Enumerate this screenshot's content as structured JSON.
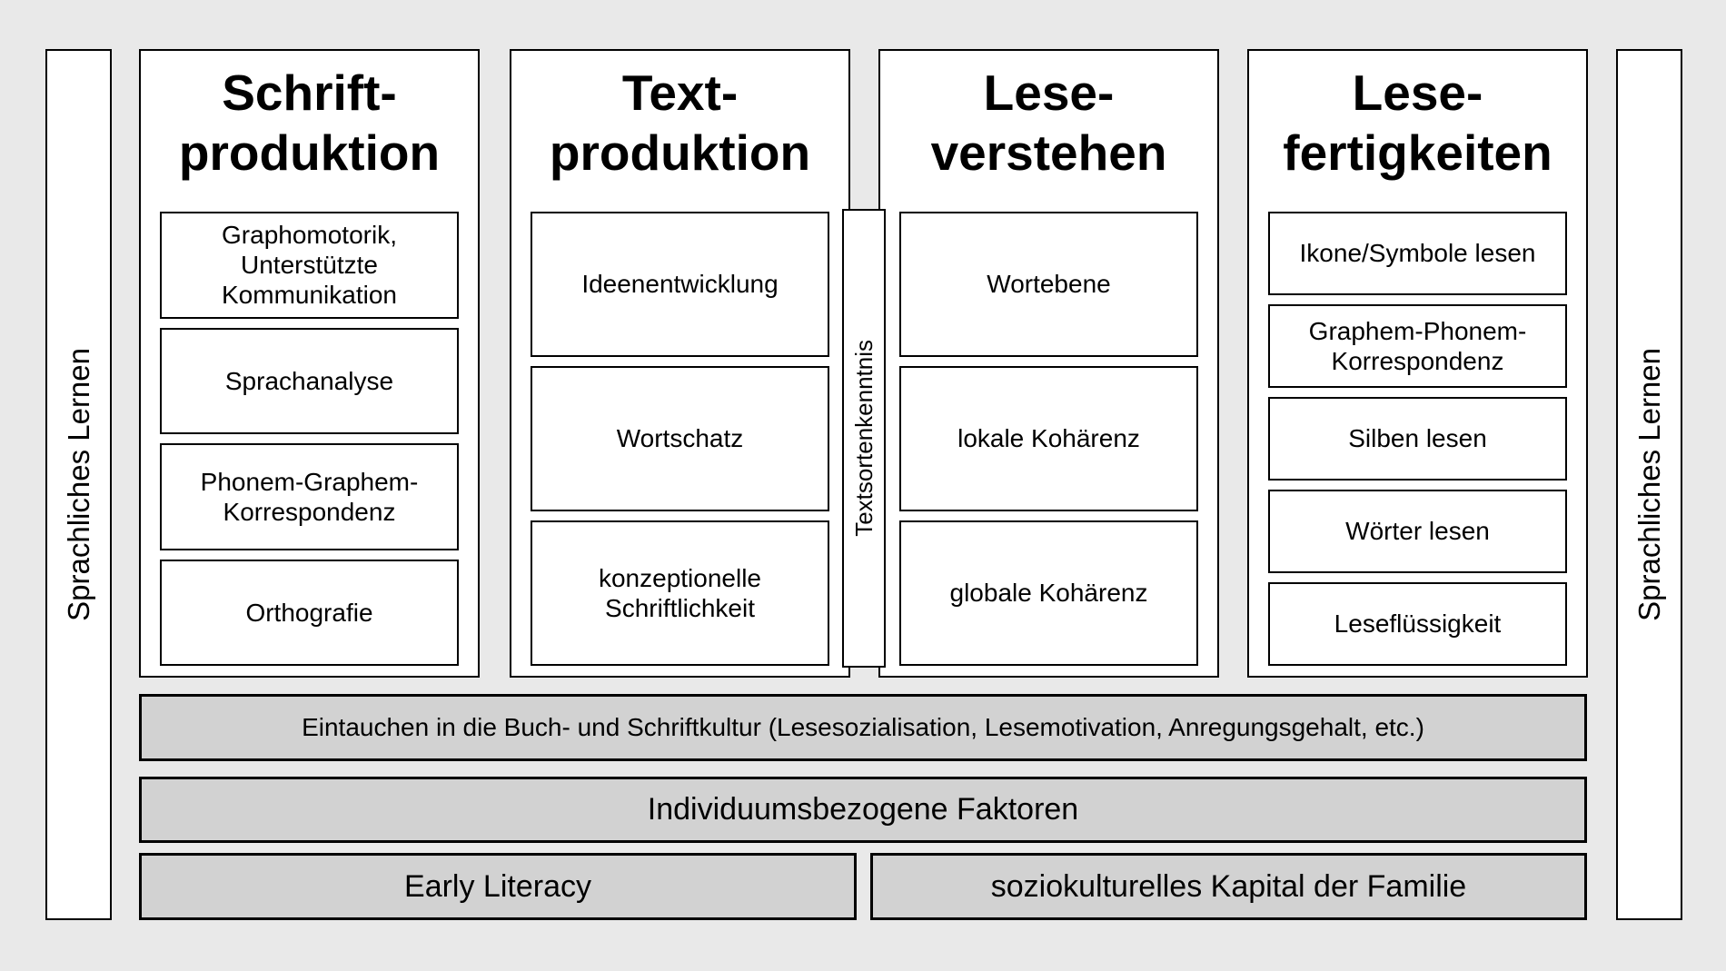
{
  "colors": {
    "background": "#e9e9e9",
    "white_box": "#ffffff",
    "gray_bar": "#d2d2d2",
    "border": "#000000"
  },
  "side_bars": {
    "left": {
      "label": "Sprachliches Lernen"
    },
    "right": {
      "label": "Sprachliches Lernen"
    }
  },
  "columns": [
    {
      "id": "schriftproduktion",
      "title_lines": [
        "Schrift-",
        "produktion"
      ],
      "boxes": [
        "Graphomotorik, Unterstützte Kommunikation",
        "Sprachanalyse",
        "Phonem-Graphem-Korrespondenz",
        "Orthografie"
      ]
    },
    {
      "id": "textproduktion",
      "title_lines": [
        "Text-",
        "produktion"
      ],
      "boxes": [
        "Ideenentwicklung",
        "Wortschatz",
        "konzeptionelle Schriftlichkeit"
      ]
    },
    {
      "id": "leseverstehen",
      "title_lines": [
        "Lese-",
        "verstehen"
      ],
      "boxes": [
        "Wortebene",
        "lokale Kohärenz",
        "globale Kohärenz"
      ]
    },
    {
      "id": "lesefertigkeiten",
      "title_lines": [
        "Lese-",
        "fertigkeiten"
      ],
      "boxes": [
        "Ikone/Symbole lesen",
        "Graphem-Phonem-Korrespondenz",
        "Silben lesen",
        "Wörter lesen",
        "Leseflüssigkeit"
      ]
    }
  ],
  "connector": {
    "label": "Textsortenkenntnis"
  },
  "bottom_bars": [
    {
      "label": "Eintauchen in die Buch- und Schriftkultur (Lesesozialisation, Lesemotivation, Anregungsgehalt, etc.)"
    },
    {
      "label": "Individuumsbezogene Faktoren"
    }
  ],
  "bottom_row": [
    {
      "label": "Early Literacy"
    },
    {
      "label": "soziokulturelles Kapital der Familie"
    }
  ]
}
